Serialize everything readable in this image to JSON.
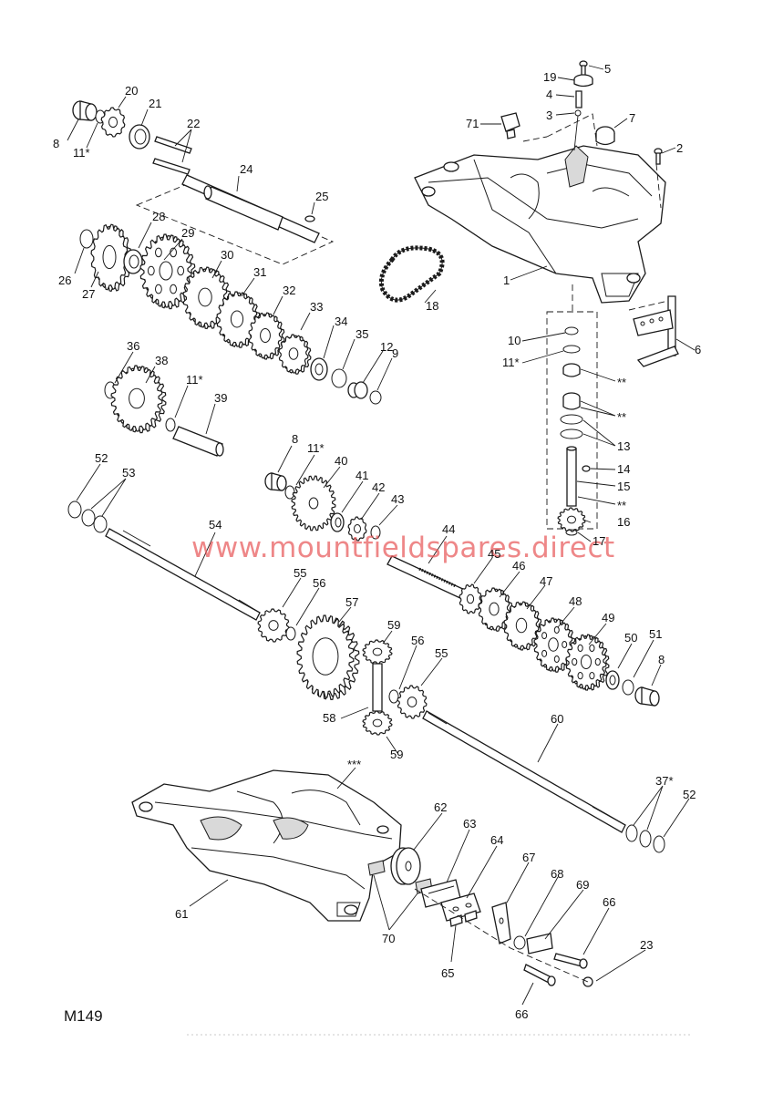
{
  "diagram": {
    "code": "M149",
    "watermark": "www.mountfieldspares.direct",
    "labels": [
      {
        "id": "l20",
        "text": "20"
      },
      {
        "id": "l21",
        "text": "21"
      },
      {
        "id": "l22",
        "text": "22"
      },
      {
        "id": "l8a",
        "text": "8"
      },
      {
        "id": "l11a",
        "text": "11*"
      },
      {
        "id": "l24",
        "text": "24"
      },
      {
        "id": "l25",
        "text": "25"
      },
      {
        "id": "l28",
        "text": "28"
      },
      {
        "id": "l29",
        "text": "29"
      },
      {
        "id": "l26",
        "text": "26"
      },
      {
        "id": "l27",
        "text": "27"
      },
      {
        "id": "l30",
        "text": "30"
      },
      {
        "id": "l31",
        "text": "31"
      },
      {
        "id": "l32",
        "text": "32"
      },
      {
        "id": "l33",
        "text": "33"
      },
      {
        "id": "l34",
        "text": "34"
      },
      {
        "id": "l35",
        "text": "35"
      },
      {
        "id": "l12",
        "text": "12"
      },
      {
        "id": "l9",
        "text": "9"
      },
      {
        "id": "l36",
        "text": "36"
      },
      {
        "id": "l38",
        "text": "38"
      },
      {
        "id": "l11b",
        "text": "11*"
      },
      {
        "id": "l39",
        "text": "39"
      },
      {
        "id": "l18",
        "text": "18"
      },
      {
        "id": "l5",
        "text": "5"
      },
      {
        "id": "l19",
        "text": "19"
      },
      {
        "id": "l4",
        "text": "4"
      },
      {
        "id": "l3",
        "text": "3"
      },
      {
        "id": "l71",
        "text": "71"
      },
      {
        "id": "l7",
        "text": "7"
      },
      {
        "id": "l2",
        "text": "2"
      },
      {
        "id": "l1",
        "text": "1"
      },
      {
        "id": "l6",
        "text": "6"
      },
      {
        "id": "l10",
        "text": "10"
      },
      {
        "id": "l11c",
        "text": "11*"
      },
      {
        "id": "ls1",
        "text": "**"
      },
      {
        "id": "ls2",
        "text": "**"
      },
      {
        "id": "l13",
        "text": "13"
      },
      {
        "id": "l14",
        "text": "14"
      },
      {
        "id": "l15",
        "text": "15"
      },
      {
        "id": "ls3",
        "text": "**"
      },
      {
        "id": "l16",
        "text": "16"
      },
      {
        "id": "l17",
        "text": "17"
      },
      {
        "id": "l8b",
        "text": "8"
      },
      {
        "id": "l11d",
        "text": "11*"
      },
      {
        "id": "l40",
        "text": "40"
      },
      {
        "id": "l41",
        "text": "41"
      },
      {
        "id": "l42",
        "text": "42"
      },
      {
        "id": "l43",
        "text": "43"
      },
      {
        "id": "l52a",
        "text": "52"
      },
      {
        "id": "l53",
        "text": "53"
      },
      {
        "id": "l54",
        "text": "54"
      },
      {
        "id": "l44",
        "text": "44"
      },
      {
        "id": "l45",
        "text": "45"
      },
      {
        "id": "l46",
        "text": "46"
      },
      {
        "id": "l47",
        "text": "47"
      },
      {
        "id": "l48",
        "text": "48"
      },
      {
        "id": "l49",
        "text": "49"
      },
      {
        "id": "l50",
        "text": "50"
      },
      {
        "id": "l51",
        "text": "51"
      },
      {
        "id": "l8c",
        "text": "8"
      },
      {
        "id": "l55a",
        "text": "55"
      },
      {
        "id": "l56a",
        "text": "56"
      },
      {
        "id": "l57",
        "text": "57"
      },
      {
        "id": "l59a",
        "text": "59"
      },
      {
        "id": "l56b",
        "text": "56"
      },
      {
        "id": "l55b",
        "text": "55"
      },
      {
        "id": "l58",
        "text": "58"
      },
      {
        "id": "l59b",
        "text": "59"
      },
      {
        "id": "l60",
        "text": "60"
      },
      {
        "id": "lsss",
        "text": "***"
      },
      {
        "id": "l37",
        "text": "37*"
      },
      {
        "id": "l52b",
        "text": "52"
      },
      {
        "id": "l62",
        "text": "62"
      },
      {
        "id": "l63",
        "text": "63"
      },
      {
        "id": "l64",
        "text": "64"
      },
      {
        "id": "l67",
        "text": "67"
      },
      {
        "id": "l68",
        "text": "68"
      },
      {
        "id": "l69",
        "text": "69"
      },
      {
        "id": "l66a",
        "text": "66"
      },
      {
        "id": "l23",
        "text": "23"
      },
      {
        "id": "l61",
        "text": "61"
      },
      {
        "id": "l70",
        "text": "70"
      },
      {
        "id": "l65",
        "text": "65"
      },
      {
        "id": "l66b",
        "text": "66"
      }
    ]
  }
}
